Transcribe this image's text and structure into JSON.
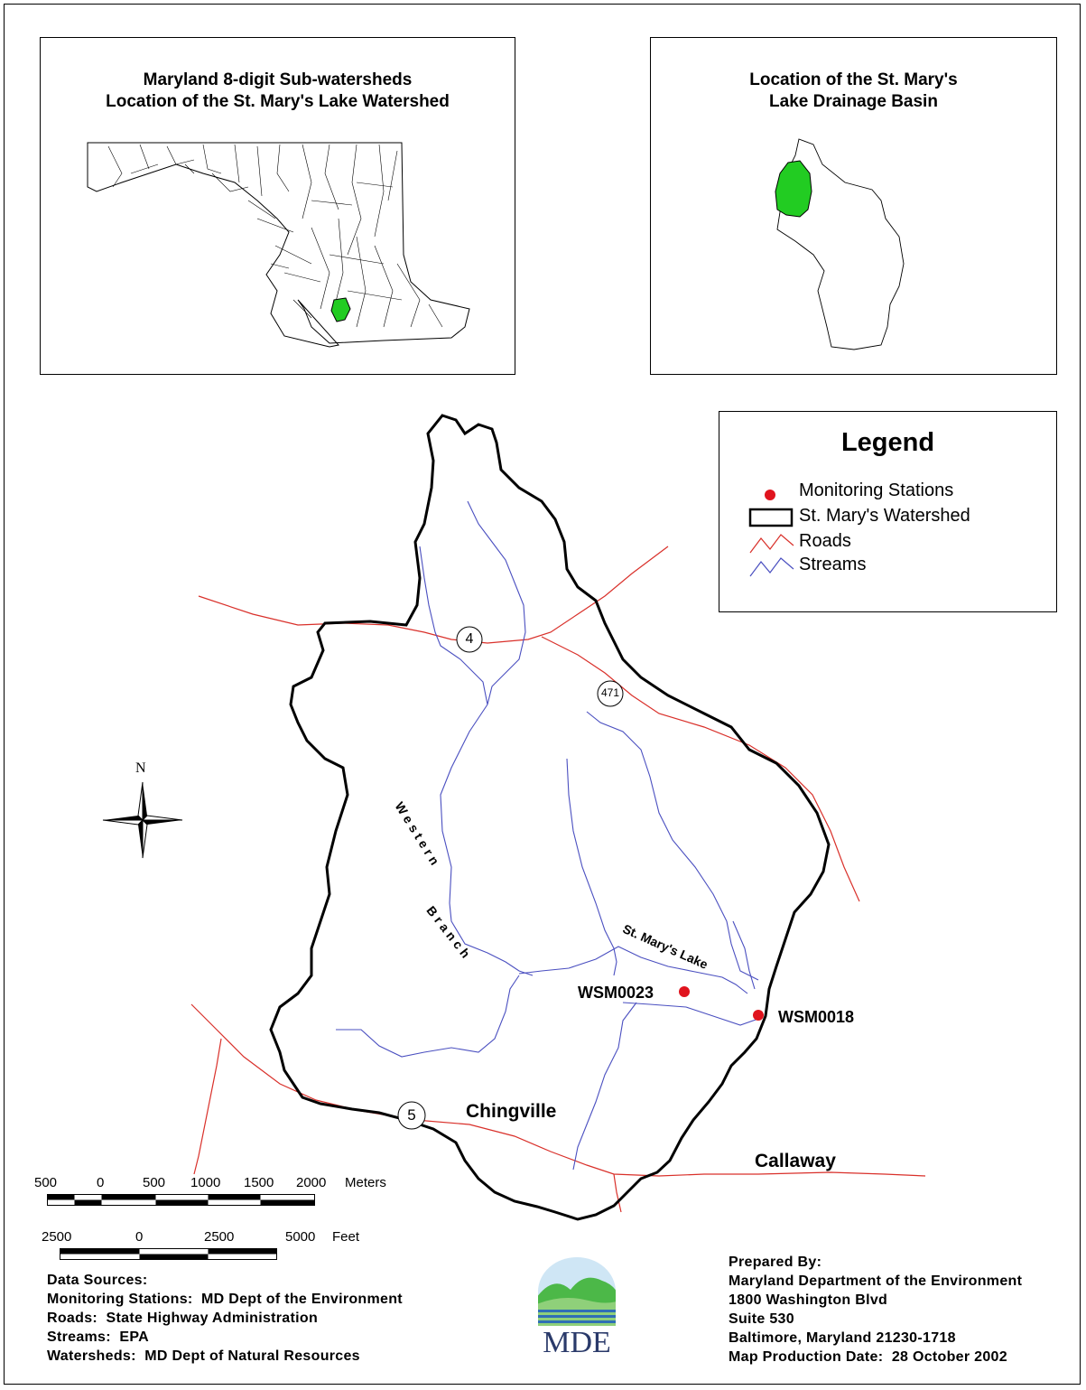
{
  "inset_left": {
    "title_line1": "Maryland 8-digit Sub-watersheds",
    "title_line2": "Location of the St. Mary's Lake Watershed"
  },
  "inset_right": {
    "title_line1": "Location of the St. Mary's",
    "title_line2": "Lake Drainage Basin"
  },
  "legend": {
    "title": "Legend",
    "items": [
      {
        "label": "Monitoring Stations",
        "symbol": "red-dot-icon"
      },
      {
        "label": "St. Mary's Watershed",
        "symbol": "watershed-outline-icon"
      },
      {
        "label": "Roads",
        "symbol": "road-line-icon"
      },
      {
        "label": "Streams",
        "symbol": "stream-line-icon"
      }
    ]
  },
  "map": {
    "north_label": "N",
    "stream_names": [
      "Western",
      "Branch",
      "St. Mary's Lake"
    ],
    "routes": [
      "4",
      "471",
      "5"
    ],
    "places": [
      "Chingville",
      "Callaway"
    ],
    "stations": [
      "WSM0023",
      "WSM0018"
    ]
  },
  "scale_meters": {
    "ticks": [
      "500",
      "0",
      "500",
      "1000",
      "1500",
      "2000"
    ],
    "unit": "Meters"
  },
  "scale_feet": {
    "ticks": [
      "2500",
      "0",
      "2500",
      "5000"
    ],
    "unit": "Feet"
  },
  "data_sources": {
    "heading": "Data Sources:",
    "lines": [
      "Monitoring Stations:  MD Dept of the Environment",
      "Roads:  State Highway Administration",
      "Streams:  EPA",
      "Watersheds:  MD Dept of Natural Resources"
    ]
  },
  "logo": {
    "text": "MDE"
  },
  "prepared_by": {
    "heading": "Prepared By:",
    "lines": [
      "Maryland Department of the Environment",
      "1800 Washington Blvd",
      "Suite 530",
      "Baltimore, Maryland 21230-1718",
      "Map Production Date:  28 October 2002"
    ]
  },
  "colors": {
    "road": "#d9302a",
    "stream": "#4a4fc0",
    "station": "#e0141e",
    "watershed_fill": "#22cc22"
  }
}
